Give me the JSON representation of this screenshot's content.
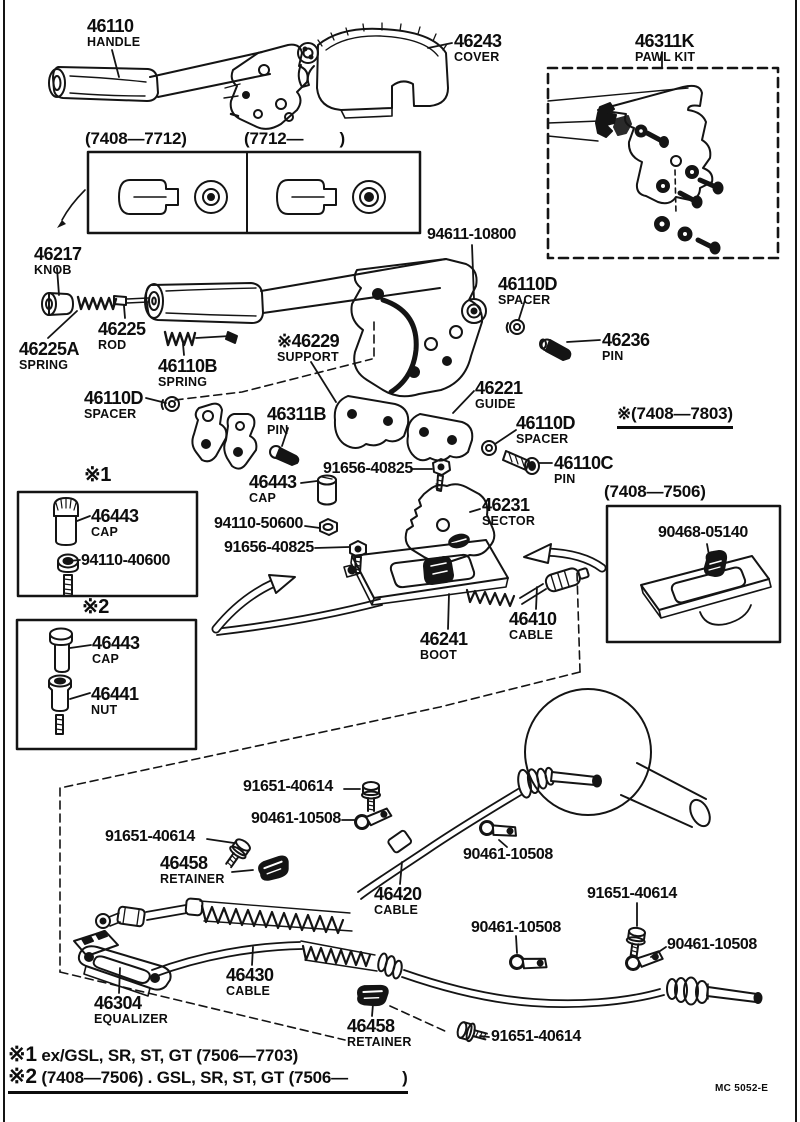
{
  "labels": {
    "handle": {
      "num": "46110",
      "sub": "HANDLE"
    },
    "cover": {
      "num": "46243",
      "sub": "COVER"
    },
    "pawl_kit": {
      "num": "46311K",
      "sub": "PAWL KIT"
    },
    "range_early": {
      "num": "(7408—7712)"
    },
    "range_late": {
      "num": "(7712—        )"
    },
    "knob": {
      "num": "46217",
      "sub": "KNOB"
    },
    "spring_46225a": {
      "num": "46225A",
      "sub": "SPRING"
    },
    "rod": {
      "num": "46225",
      "sub": "ROD"
    },
    "spring_46110b": {
      "num": "46110B",
      "sub": "SPRING"
    },
    "support": {
      "num": "※46229",
      "sub": "SUPPORT"
    },
    "spacer_left": {
      "num": "46110D",
      "sub": "SPACER"
    },
    "pin_46311b": {
      "num": "46311B",
      "sub": "PIN"
    },
    "grommet": {
      "num": "94611-10800"
    },
    "spacer_mid": {
      "num": "46110D",
      "sub": "SPACER"
    },
    "pin_46236": {
      "num": "46236",
      "sub": "PIN"
    },
    "guide": {
      "num": "46221",
      "sub": "GUIDE"
    },
    "note_7803": {
      "num": "※(7408—7803)"
    },
    "spacer_low": {
      "num": "46110D",
      "sub": "SPACER"
    },
    "pin_46110c": {
      "num": "46110C",
      "sub": "PIN"
    },
    "marker1": {
      "num": "※1"
    },
    "cap_kit1": {
      "num": "46443",
      "sub": "CAP"
    },
    "nut_kit1": {
      "num": "94110-40600"
    },
    "marker2": {
      "num": "※2"
    },
    "cap_kit2": {
      "num": "46443",
      "sub": "CAP"
    },
    "nut_kit2": {
      "num": "46441",
      "sub": "NUT"
    },
    "cap_sector": {
      "num": "46443",
      "sub": "CAP"
    },
    "bolt_upper": {
      "num": "91656-40825"
    },
    "nut_sector": {
      "num": "94110-50600"
    },
    "bolt_lower": {
      "num": "91656-40825"
    },
    "sector": {
      "num": "46231",
      "sub": "SECTOR"
    },
    "range_7506": {
      "num": "(7408—7506)"
    },
    "clip_plate": {
      "num": "90468-05140"
    },
    "cable_46410": {
      "num": "46410",
      "sub": "CABLE"
    },
    "boot": {
      "num": "46241",
      "sub": "BOOT"
    },
    "bolt_91651_mid": {
      "num": "91651-40614"
    },
    "clamp_90461_mid": {
      "num": "90461-10508"
    },
    "clamp_90461_midright": {
      "num": "90461-10508"
    },
    "cable_46420": {
      "num": "46420",
      "sub": "CABLE"
    },
    "bolt_91651_left": {
      "num": "91651-40614"
    },
    "retainer_left": {
      "num": "46458",
      "sub": "RETAINER"
    },
    "equalizer": {
      "num": "46304",
      "sub": "EQUALIZER"
    },
    "cable_46430": {
      "num": "46430",
      "sub": "CABLE"
    },
    "clamp_90461_bottom": {
      "num": "90461-10508"
    },
    "retainer_bottom": {
      "num": "46458",
      "sub": "RETAINER"
    },
    "bolt_91651_bottom": {
      "num": "91651-40614"
    },
    "bolt_91651_right": {
      "num": "91651-40614"
    },
    "clamp_90461_right": {
      "num": "90461-10508"
    }
  },
  "footnotes": {
    "line1_sym": "※1",
    "line1_text": " ex/GSL, SR, ST, GT (7506—7703)",
    "line2_sym": "※2",
    "line2_text": " (7408—7506) . GSL, SR, ST, GT (7506—            )"
  },
  "doc_code": "MC 5052-E"
}
